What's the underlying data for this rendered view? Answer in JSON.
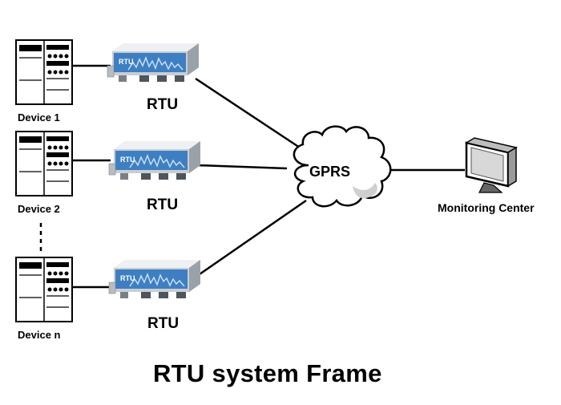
{
  "devices": [
    {
      "label": "Device 1"
    },
    {
      "label": "Device 2"
    },
    {
      "label": "Device n"
    }
  ],
  "rtus": [
    {
      "label": "RTU",
      "panel_text": "RTU"
    },
    {
      "label": "RTU",
      "panel_text": "RTU"
    },
    {
      "label": "RTU",
      "panel_text": "RTU"
    }
  ],
  "network": {
    "label": "GPRS"
  },
  "monitoring_center": {
    "label": "Monitoring Center"
  },
  "title": "RTU system Frame",
  "colors": {
    "rtu_panel": "#3e7fc2",
    "rtu_body": "#d9dde2",
    "lines": "#000000"
  }
}
